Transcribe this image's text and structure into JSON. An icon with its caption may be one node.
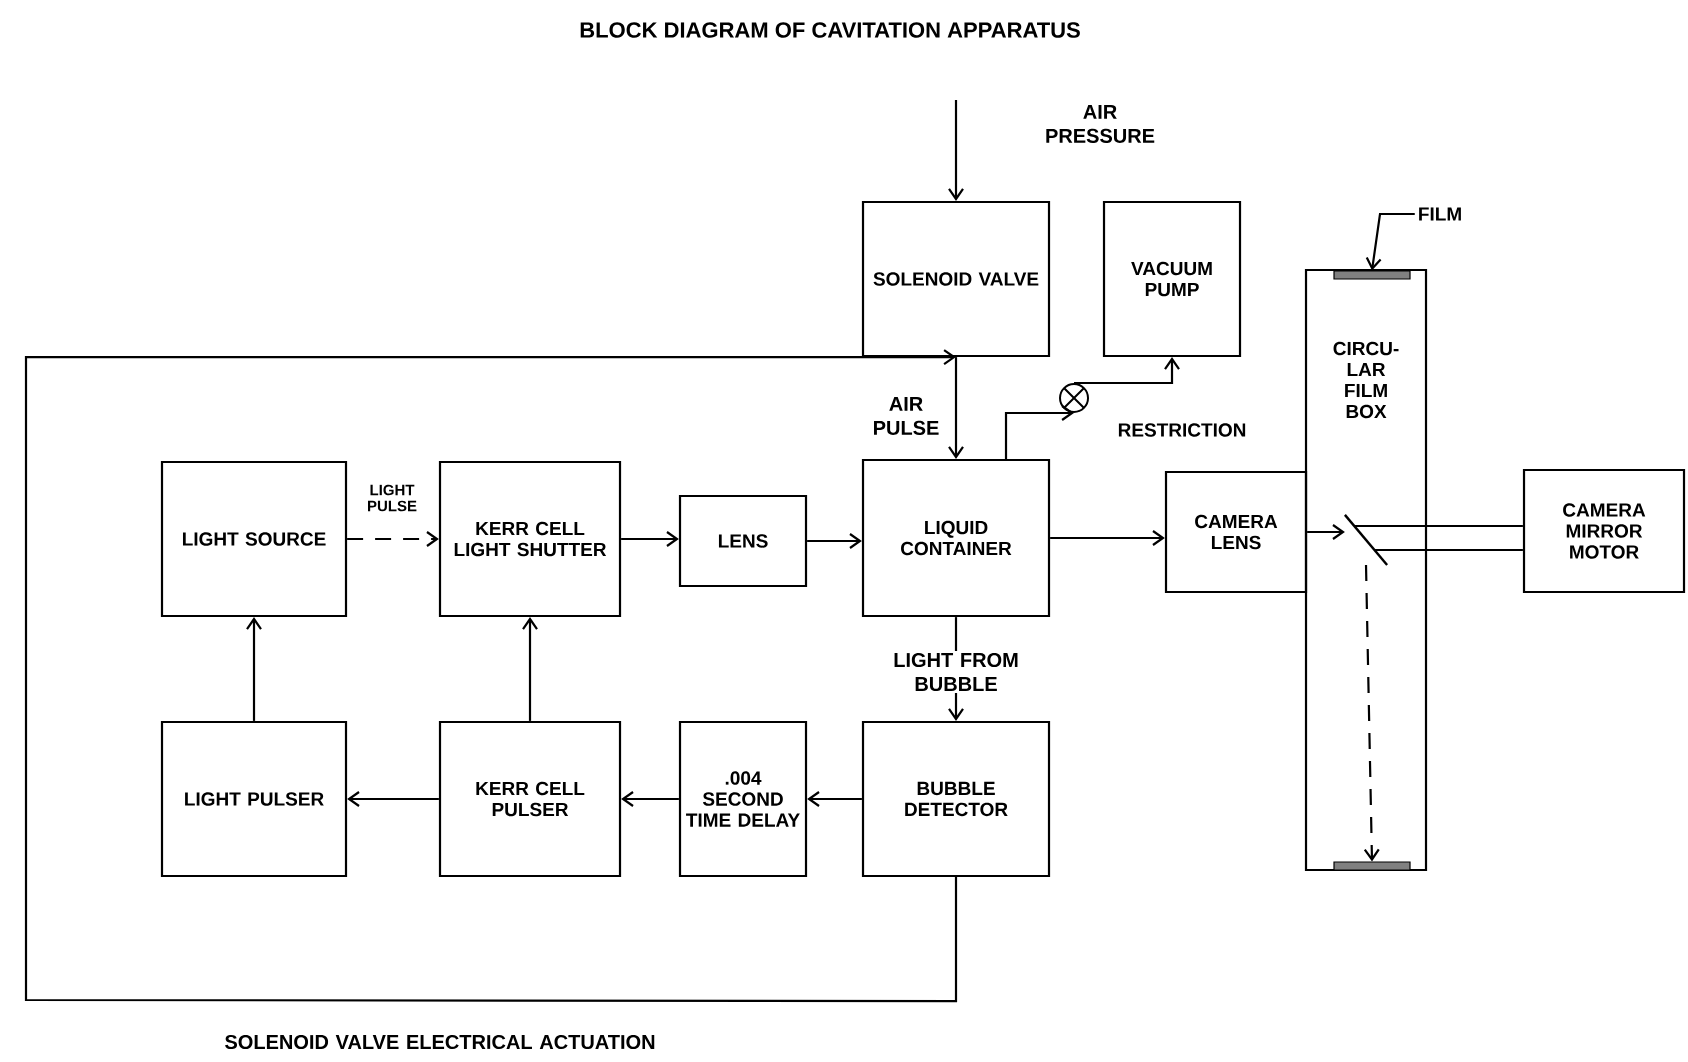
{
  "diagram": {
    "title": "BLOCK DIAGRAM OF CAVITATION APPARATUS",
    "nodes": [
      {
        "text": [
          "SOLENOID VALVE"
        ]
      },
      {
        "text": [
          "VACUUM PUMP"
        ]
      },
      {
        "text": [
          "CIRCU- LAR FILM BOX"
        ]
      },
      {
        "text": [
          "LIGHT SOURCE"
        ]
      },
      {
        "text": [
          "KERR CELL LIGHT SHUTTER"
        ]
      },
      {
        "text": [
          "LENS"
        ]
      },
      {
        "text": [
          "LIQUID CONTAINER"
        ]
      },
      {
        "text": [
          "CAMERA LENS"
        ]
      },
      {
        "text": [
          "CAMERA MIRROR MOTOR"
        ]
      },
      {
        "text": [
          "LIGHT PULSER"
        ]
      },
      {
        "text": [
          "KERR CELL PULSER"
        ]
      },
      {
        "text": [
          ".004 SECOND TIME DELAY"
        ]
      },
      {
        "text": [
          "BUBBLE DETECTOR"
        ]
      },
      {
        "text": [],
        "shape": "circle",
        "beside": [
          "RESTRICTION"
        ]
      },
      {
        "text": [
          "FILM"
        ]
      },
      {
        "text": [],
        "shape": "bar",
        "in": 2
      },
      {
        "text": [],
        "shape": "bar",
        "in": 2
      },
      {
        "text": [],
        "shape": "line",
        "in": 2
      }
    ],
    "edges": [
      {
        "from": null,
        "to": 0,
        "arrow": "to",
        "label": "AIR PRESSURE"
      },
      {
        "from": 0,
        "to": 6,
        "arrow": "to",
        "label": "AIR PULSE"
      },
      {
        "from": 6,
        "to": 13,
        "arrow": "to"
      },
      {
        "from": 13,
        "to": 1,
        "arrow": "to"
      },
      {
        "from": 3,
        "to": 4,
        "arrow": "to",
        "label": "LIGHT PULSE",
        "style": "dashed"
      },
      {
        "from": 4,
        "to": 5,
        "arrow": "to"
      },
      {
        "from": 5,
        "to": 6,
        "arrow": "to"
      },
      {
        "from": 6,
        "to": 7,
        "arrow": "to"
      },
      {
        "from": 7,
        "to": 17,
        "arrow": "to"
      },
      {
        "from": 17,
        "to": 16,
        "arrow": "to",
        "style": "dashed"
      },
      {
        "from": 8,
        "to": 17,
        "arrow": "none"
      },
      {
        "from": 8,
        "to": 17,
        "arrow": "none"
      },
      {
        "from": 6,
        "to": 12,
        "arrow": "to",
        "label": "LIGHT FROM BUBBLE"
      },
      {
        "from": 12,
        "to": 11,
        "arrow": "to"
      },
      {
        "from": 11,
        "to": 10,
        "arrow": "to"
      },
      {
        "from": 10,
        "to": 9,
        "arrow": "to"
      },
      {
        "from": 9,
        "to": 3,
        "arrow": "to"
      },
      {
        "from": 10,
        "to": 4,
        "arrow": "to"
      },
      {
        "from": 12,
        "to": 0,
        "arrow": "to",
        "label": "SOLENOID VALVE ELECTRICAL ACTUATION"
      },
      {
        "from": 14,
        "to": 15,
        "arrow": "to"
      }
    ]
  }
}
